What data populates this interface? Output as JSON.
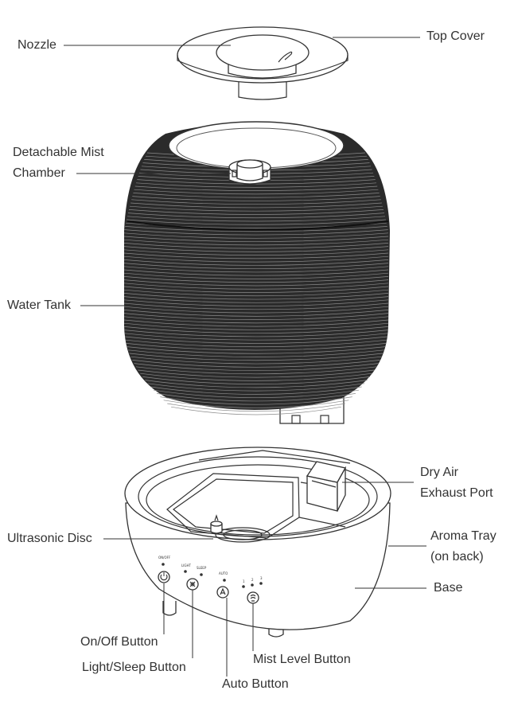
{
  "labels": {
    "nozzle": "Nozzle",
    "top_cover": "Top Cover",
    "detachable_mist_chamber": "Detachable Mist\nChamber",
    "water_tank": "Water Tank",
    "dry_air_exhaust_port": "Dry Air\nExhaust Port",
    "ultrasonic_disc": "Ultrasonic Disc",
    "aroma_tray": "Aroma Tray\n(on back)",
    "base": "Base",
    "on_off_button": "On/Off Button",
    "light_sleep_button": "Light/Sleep Button",
    "mist_level_button": "Mist Level Button",
    "auto_button": "Auto Button"
  },
  "panel_text": {
    "on_off": "ON/OFF",
    "light": "LIGHT",
    "sleep": "SLEEP",
    "auto": "AUTO",
    "level_1": "1",
    "level_2": "2",
    "level_3": "3"
  },
  "colors": {
    "ink": "#333333",
    "tank_ribbing": "#2b2b2b",
    "background": "#ffffff"
  },
  "icons": [
    "power-icon",
    "light-sleep-icon",
    "auto-icon",
    "mist-level-icon"
  ]
}
